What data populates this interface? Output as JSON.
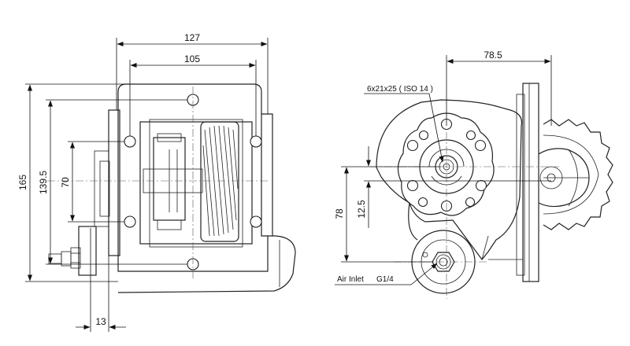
{
  "dimensions": {
    "total_width": "127",
    "bolt_spacing_width": "105",
    "total_height": "165",
    "bolt_spacing_height": "139.5",
    "inner_height": "70",
    "connector_offset": "13",
    "shaft_distance": "78.5",
    "vertical_offset_large": "78",
    "vertical_offset_small": "12.5"
  },
  "annotations": {
    "spline_spec": "6x21x25 ( ISO 14 )",
    "air_inlet_label": "Air Inlet",
    "air_inlet_thread": "G1/4"
  }
}
